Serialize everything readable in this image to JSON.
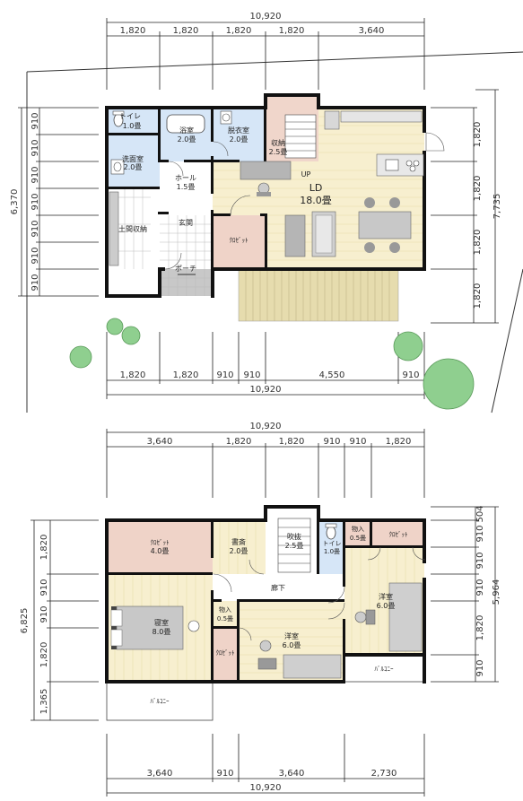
{
  "floor1": {
    "top_total": "10,920",
    "top_segments": [
      "1,820",
      "1,820",
      "1,820",
      "1,820",
      "3,640"
    ],
    "bottom_total": "10,920",
    "bottom_segments": [
      "1,820",
      "1,820",
      "910",
      "910",
      "4,550",
      "910"
    ],
    "left_total": "6,370",
    "left_segments": [
      "910",
      "910",
      "910",
      "910",
      "910",
      "910",
      "910"
    ],
    "right_total": "7,735",
    "right_segments": [
      "1,820",
      "1,820",
      "1,820",
      "1,820"
    ],
    "rooms": {
      "toilet": {
        "name": "トイレ",
        "size": "1.0畳"
      },
      "bath": {
        "name": "浴室",
        "size": "2.0畳"
      },
      "dressing": {
        "name": "脱衣室",
        "size": "2.0畳"
      },
      "storage": {
        "name": "収納",
        "size": "2.5畳"
      },
      "washroom": {
        "name": "洗面室",
        "size": "2.0畳"
      },
      "hall": {
        "name": "ホール",
        "size": "1.5畳"
      },
      "ld": {
        "name": "LD",
        "size": "18.0畳"
      },
      "up": "UP",
      "doma": "土間収納",
      "entrance": "玄関",
      "closet": "ｸﾛｾﾞｯﾄ",
      "porch": "ポーチ"
    }
  },
  "floor2": {
    "top_total": "10,920",
    "top_segments": [
      "3,640",
      "1,820",
      "1,820",
      "910",
      "910",
      "1,820"
    ],
    "bottom_total": "10,920",
    "bottom_segments": [
      "3,640",
      "910",
      "3,640",
      "2,730"
    ],
    "left_total": "6,825",
    "left_segments": [
      "1,820",
      "910",
      "910",
      "1,820",
      "1,365"
    ],
    "right_total": "5,964",
    "right_segments": [
      "504",
      "910",
      "910",
      "910",
      "1,820",
      "910"
    ],
    "rooms": {
      "closet_big": {
        "name": "ｸﾛｾﾞｯﾄ",
        "size": "4.0畳"
      },
      "study": {
        "name": "書斎",
        "size": "2.0畳"
      },
      "atrium": {
        "name": "吹抜",
        "size": "2.5畳"
      },
      "toilet": {
        "name": "トイレ",
        "size": "1.0畳"
      },
      "storage_top": {
        "name": "物入",
        "size": "0.5畳"
      },
      "closet_top": "ｸﾛｾﾞｯﾄ",
      "corridor": "廊下",
      "bedroom": {
        "name": "寝室",
        "size": "8.0畳"
      },
      "storage_mid": {
        "name": "物入",
        "size": "0.5畳"
      },
      "room_mid": {
        "name": "洋室",
        "size": "6.0畳"
      },
      "room_right": {
        "name": "洋室",
        "size": "6.0畳"
      },
      "closet_small": "ｸﾛｾﾞｯﾄ",
      "balcony_left": "ﾊﾞﾙｺﾆｰ",
      "balcony_right": "ﾊﾞﾙｺﾆｰ"
    }
  }
}
